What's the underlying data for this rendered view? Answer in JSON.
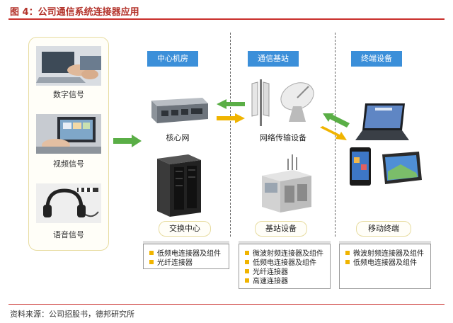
{
  "header": {
    "title": "图 4：公司通信系统连接器应用"
  },
  "left": {
    "items": [
      {
        "label": "数字信号",
        "icon": "laptop-typing-photo"
      },
      {
        "label": "视频信号",
        "icon": "tablet-video-photo"
      },
      {
        "label": "语音信号",
        "icon": "headphones-photo"
      }
    ]
  },
  "columns": [
    {
      "heading": "中心机房",
      "top_device": "核心网",
      "bottom_device": "交换中心",
      "items": [
        "低频电连接器及组件",
        "光纤连接器"
      ]
    },
    {
      "heading": "通信基站",
      "top_device": "网络传输设备",
      "bottom_device": "基站设备",
      "items": [
        "微波射频连接器及组件",
        "低频电连接器及组件",
        "光纤连接器",
        "高速连接器"
      ]
    },
    {
      "heading": "终端设备",
      "bottom_device": "移动终端",
      "items": [
        "微波射频连接器及组件",
        "低频电连接器及组件"
      ]
    }
  ],
  "colors": {
    "heading_blue": "#3b8fd9",
    "arrow_green": "#5aae46",
    "arrow_yellow": "#f0b400",
    "title_red": "#b3322a",
    "panel_border": "#e7dca0",
    "bullet": "#f0b400"
  },
  "footer": {
    "source": "资料来源：公司招股书，德邦研究所"
  }
}
